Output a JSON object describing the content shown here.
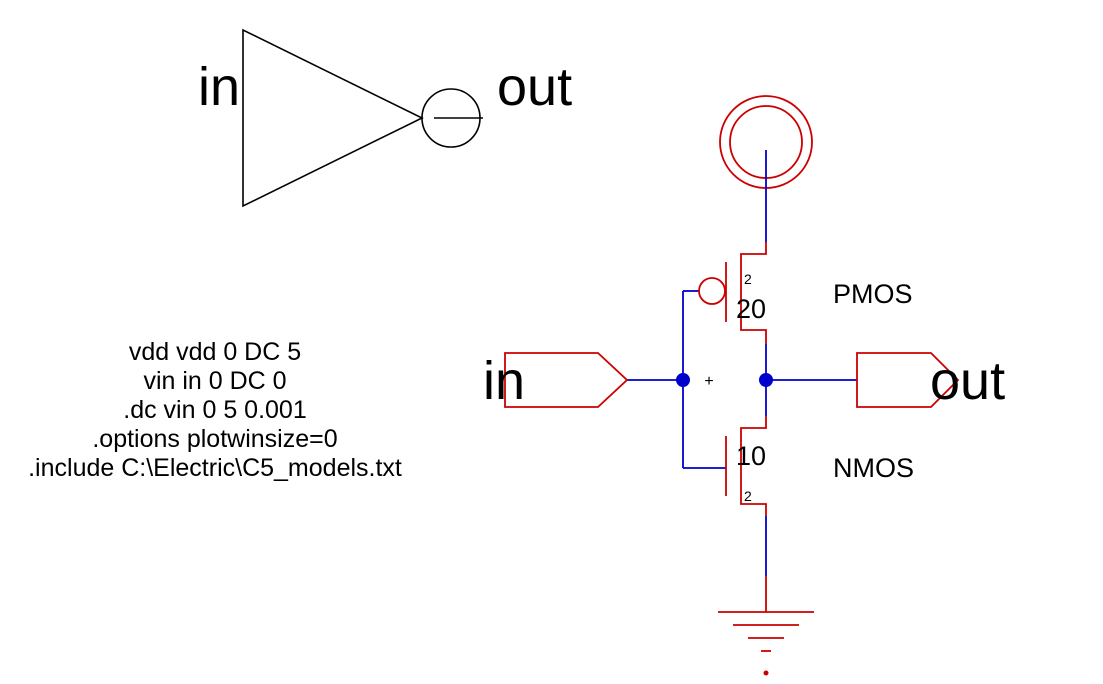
{
  "colors": {
    "ink": "#000000",
    "wire": "#0000cc",
    "device": "#cc0000",
    "bg": "#ffffff"
  },
  "inverter_symbol": {
    "input_label": "in",
    "output_label": "out"
  },
  "spice_card": {
    "lines": [
      "vdd vdd 0 DC 5",
      "vin in 0 DC 0",
      ".dc vin 0 5 0.001",
      ".options plotwinsize=0",
      ".include C:\\Electric\\C5_models.txt"
    ]
  },
  "schematic": {
    "input_pin_label": "in",
    "output_pin_label": "out",
    "junction_plus": "+",
    "pmos": {
      "name": "PMOS",
      "width": "20",
      "length": "2"
    },
    "nmos": {
      "name": "NMOS",
      "width": "10",
      "length": "2"
    }
  }
}
